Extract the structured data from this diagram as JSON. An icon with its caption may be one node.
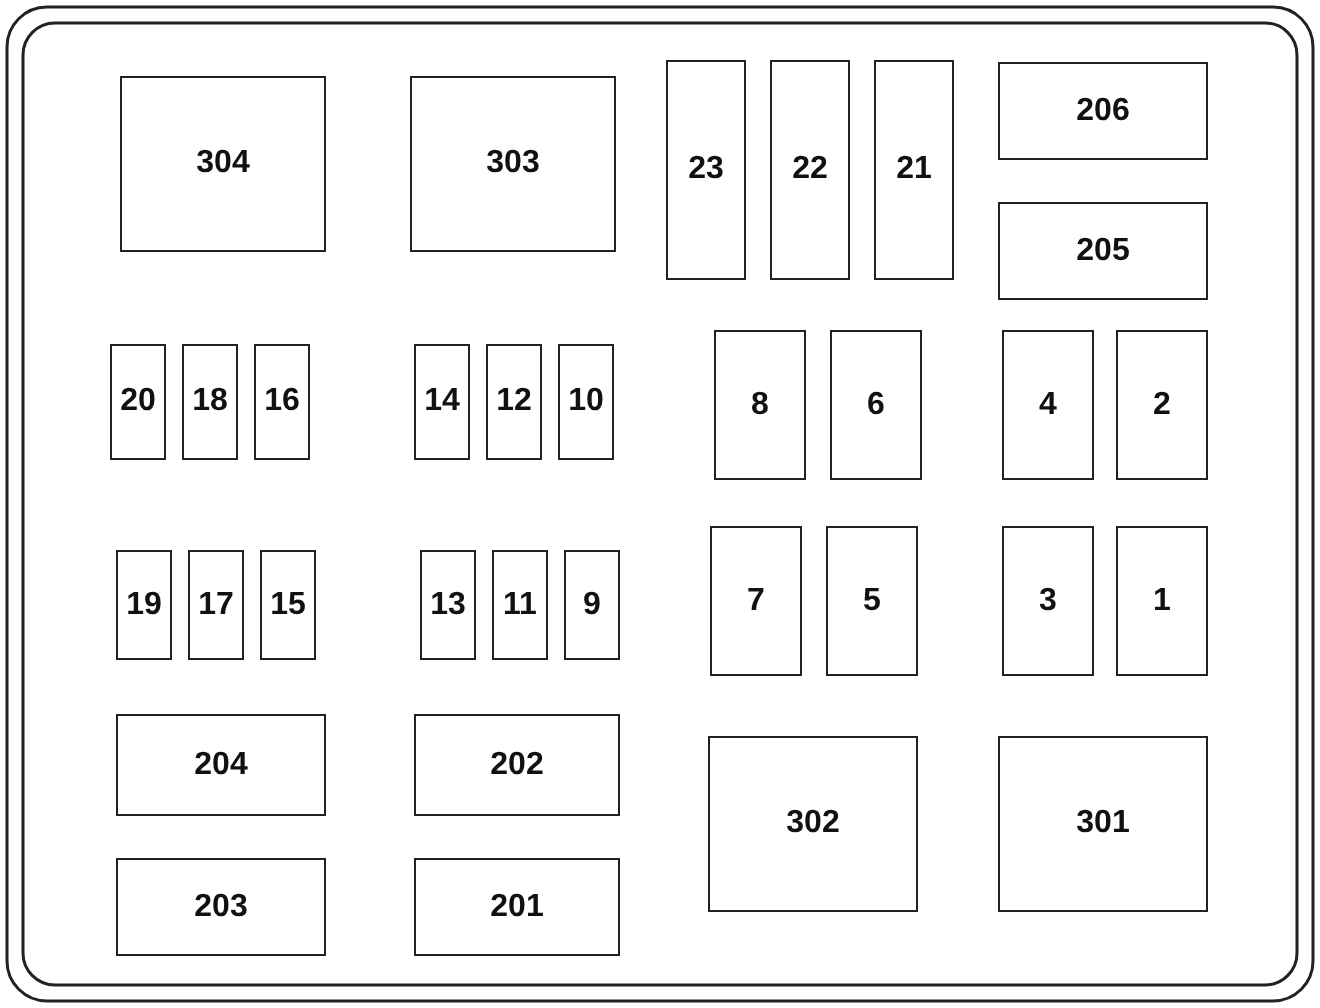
{
  "diagram": {
    "nodes": [
      {
        "text": [
          "304"
        ]
      },
      {
        "text": [
          "303"
        ]
      },
      {
        "text": [
          "23"
        ]
      },
      {
        "text": [
          "22"
        ]
      },
      {
        "text": [
          "21"
        ]
      },
      {
        "text": [
          "206"
        ]
      },
      {
        "text": [
          "205"
        ]
      },
      {
        "text": [
          "20"
        ]
      },
      {
        "text": [
          "18"
        ]
      },
      {
        "text": [
          "16"
        ]
      },
      {
        "text": [
          "14"
        ]
      },
      {
        "text": [
          "12"
        ]
      },
      {
        "text": [
          "10"
        ]
      },
      {
        "text": [
          "8"
        ]
      },
      {
        "text": [
          "6"
        ]
      },
      {
        "text": [
          "4"
        ]
      },
      {
        "text": [
          "2"
        ]
      },
      {
        "text": [
          "19"
        ]
      },
      {
        "text": [
          "17"
        ]
      },
      {
        "text": [
          "15"
        ]
      },
      {
        "text": [
          "13"
        ]
      },
      {
        "text": [
          "11"
        ]
      },
      {
        "text": [
          "9"
        ]
      },
      {
        "text": [
          "7"
        ]
      },
      {
        "text": [
          "5"
        ]
      },
      {
        "text": [
          "3"
        ]
      },
      {
        "text": [
          "1"
        ]
      },
      {
        "text": [
          "204"
        ]
      },
      {
        "text": [
          "202"
        ]
      },
      {
        "text": [
          "302"
        ]
      },
      {
        "text": [
          "301"
        ]
      },
      {
        "text": [
          "203"
        ]
      },
      {
        "text": [
          "201"
        ]
      }
    ]
  }
}
